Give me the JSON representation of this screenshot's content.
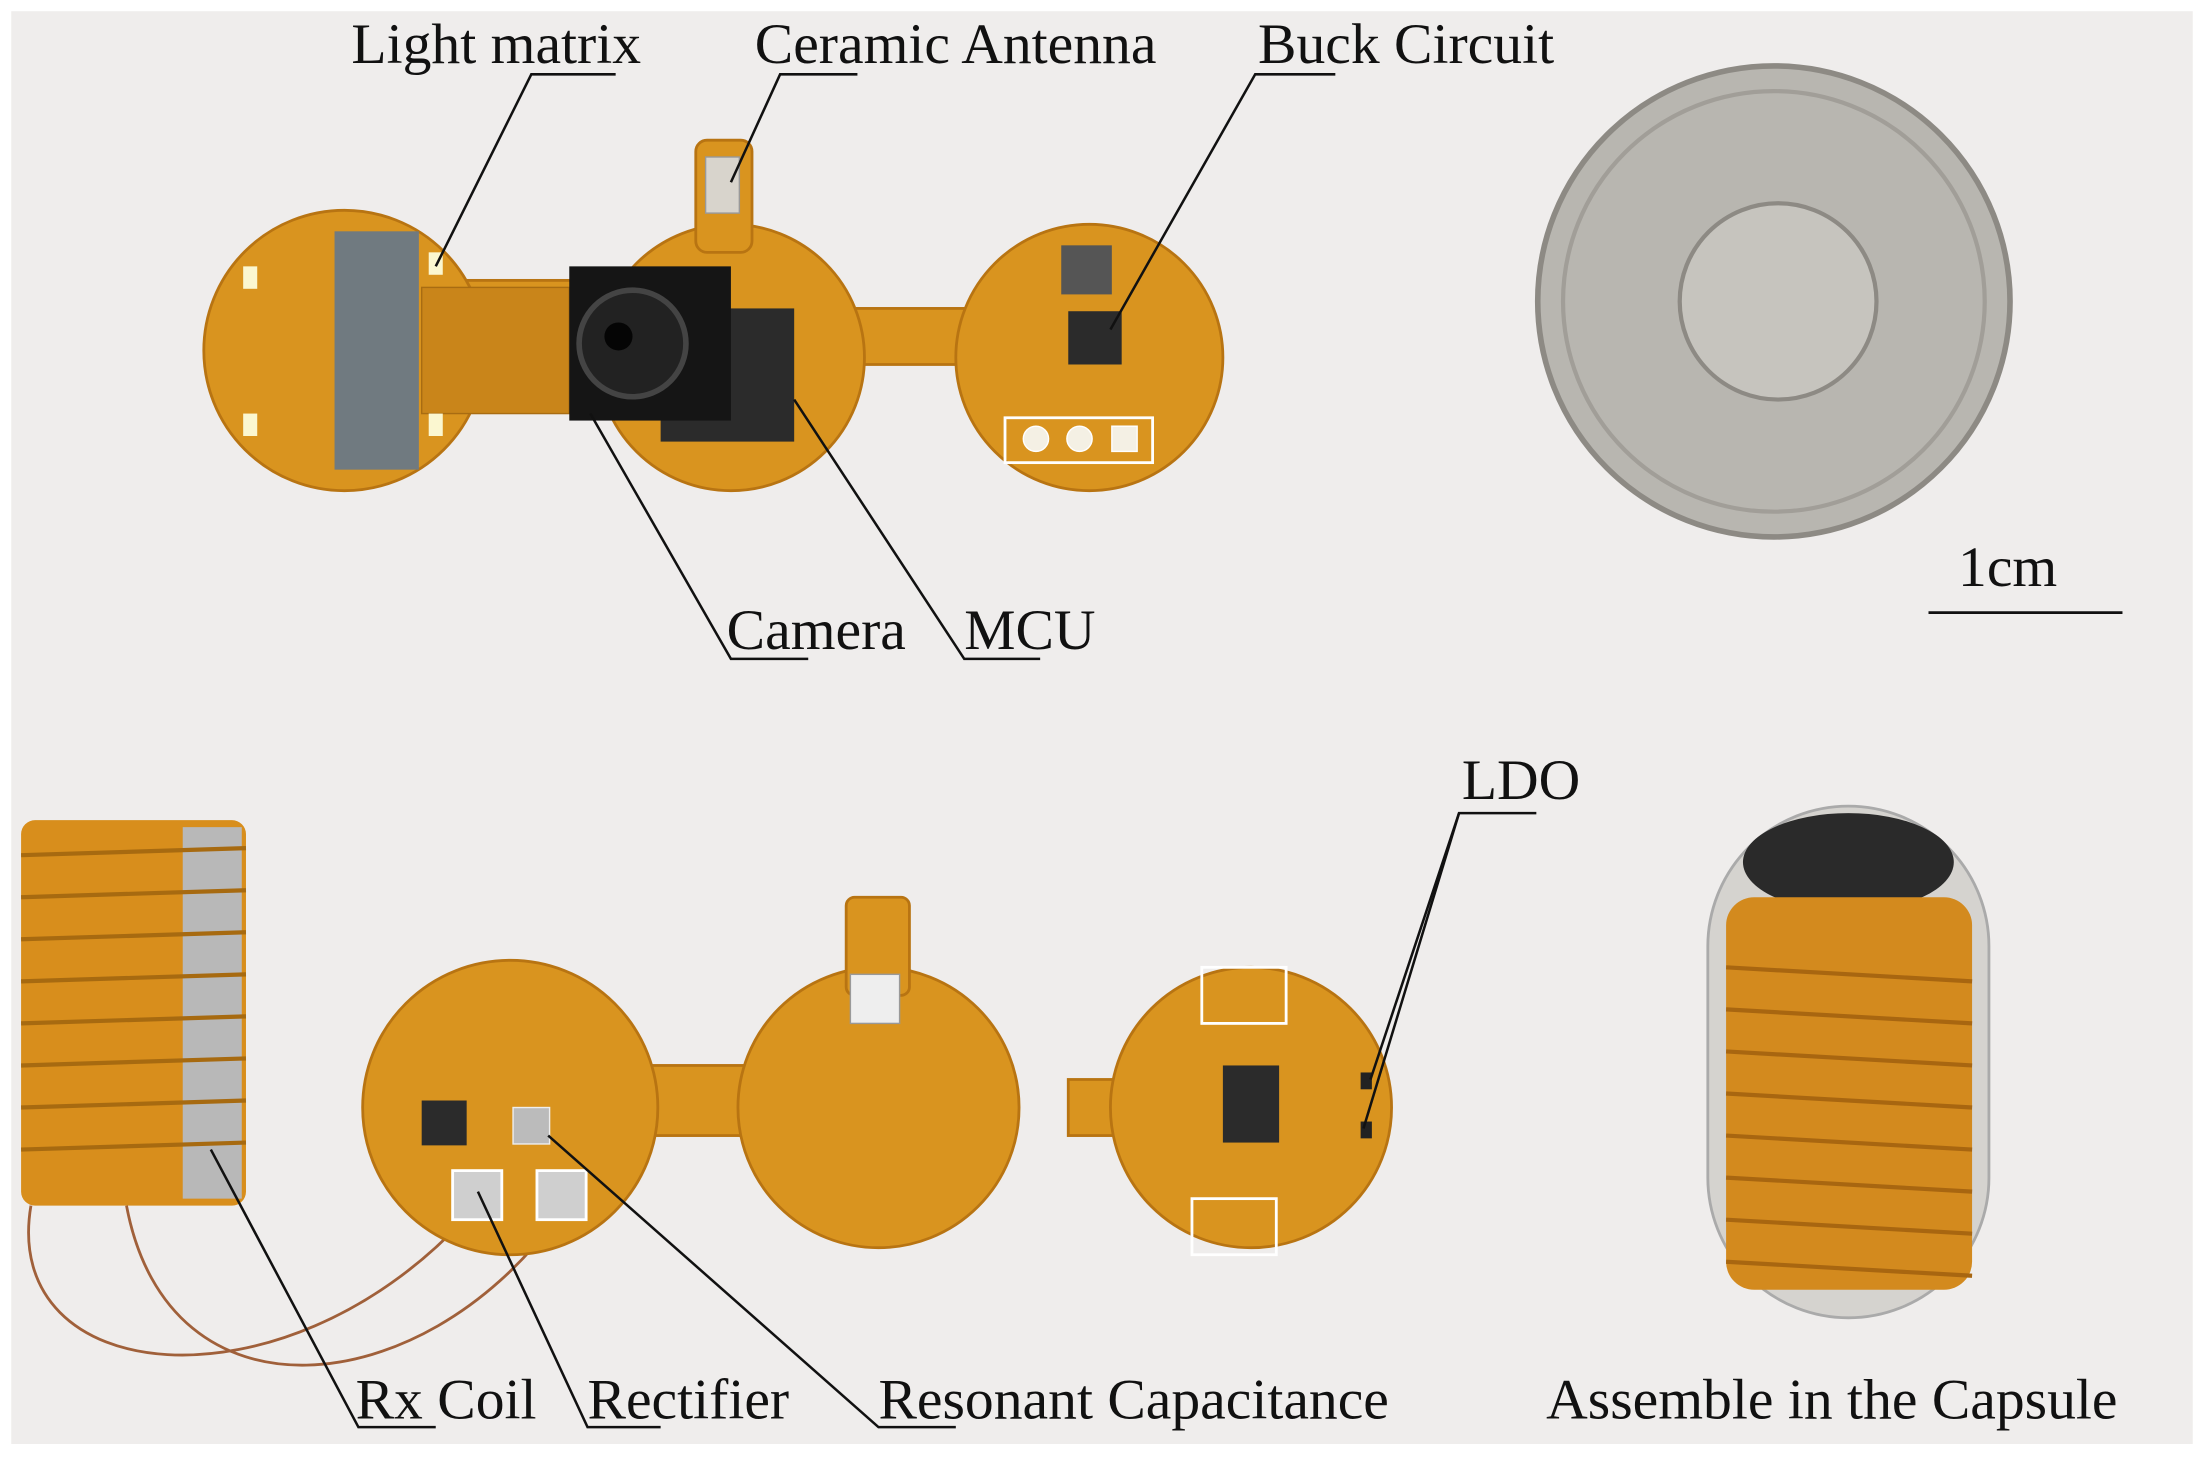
{
  "figure": {
    "labels": {
      "light_matrix": "Light matrix",
      "ceramic_antenna": "Ceramic Antenna",
      "buck_circuit": "Buck Circuit",
      "camera": "Camera",
      "mcu": "MCU",
      "scale_bar": "1cm",
      "ldo": "LDO",
      "rx_coil": "Rx Coil",
      "rectifier": "Rectifier",
      "resonant_capacitance": "Resonant Capacitance",
      "capsule": "Assemble in the Capsule"
    },
    "colors": {
      "background": "#efedec",
      "pcb": "#d9941f",
      "text": "#111111"
    }
  }
}
